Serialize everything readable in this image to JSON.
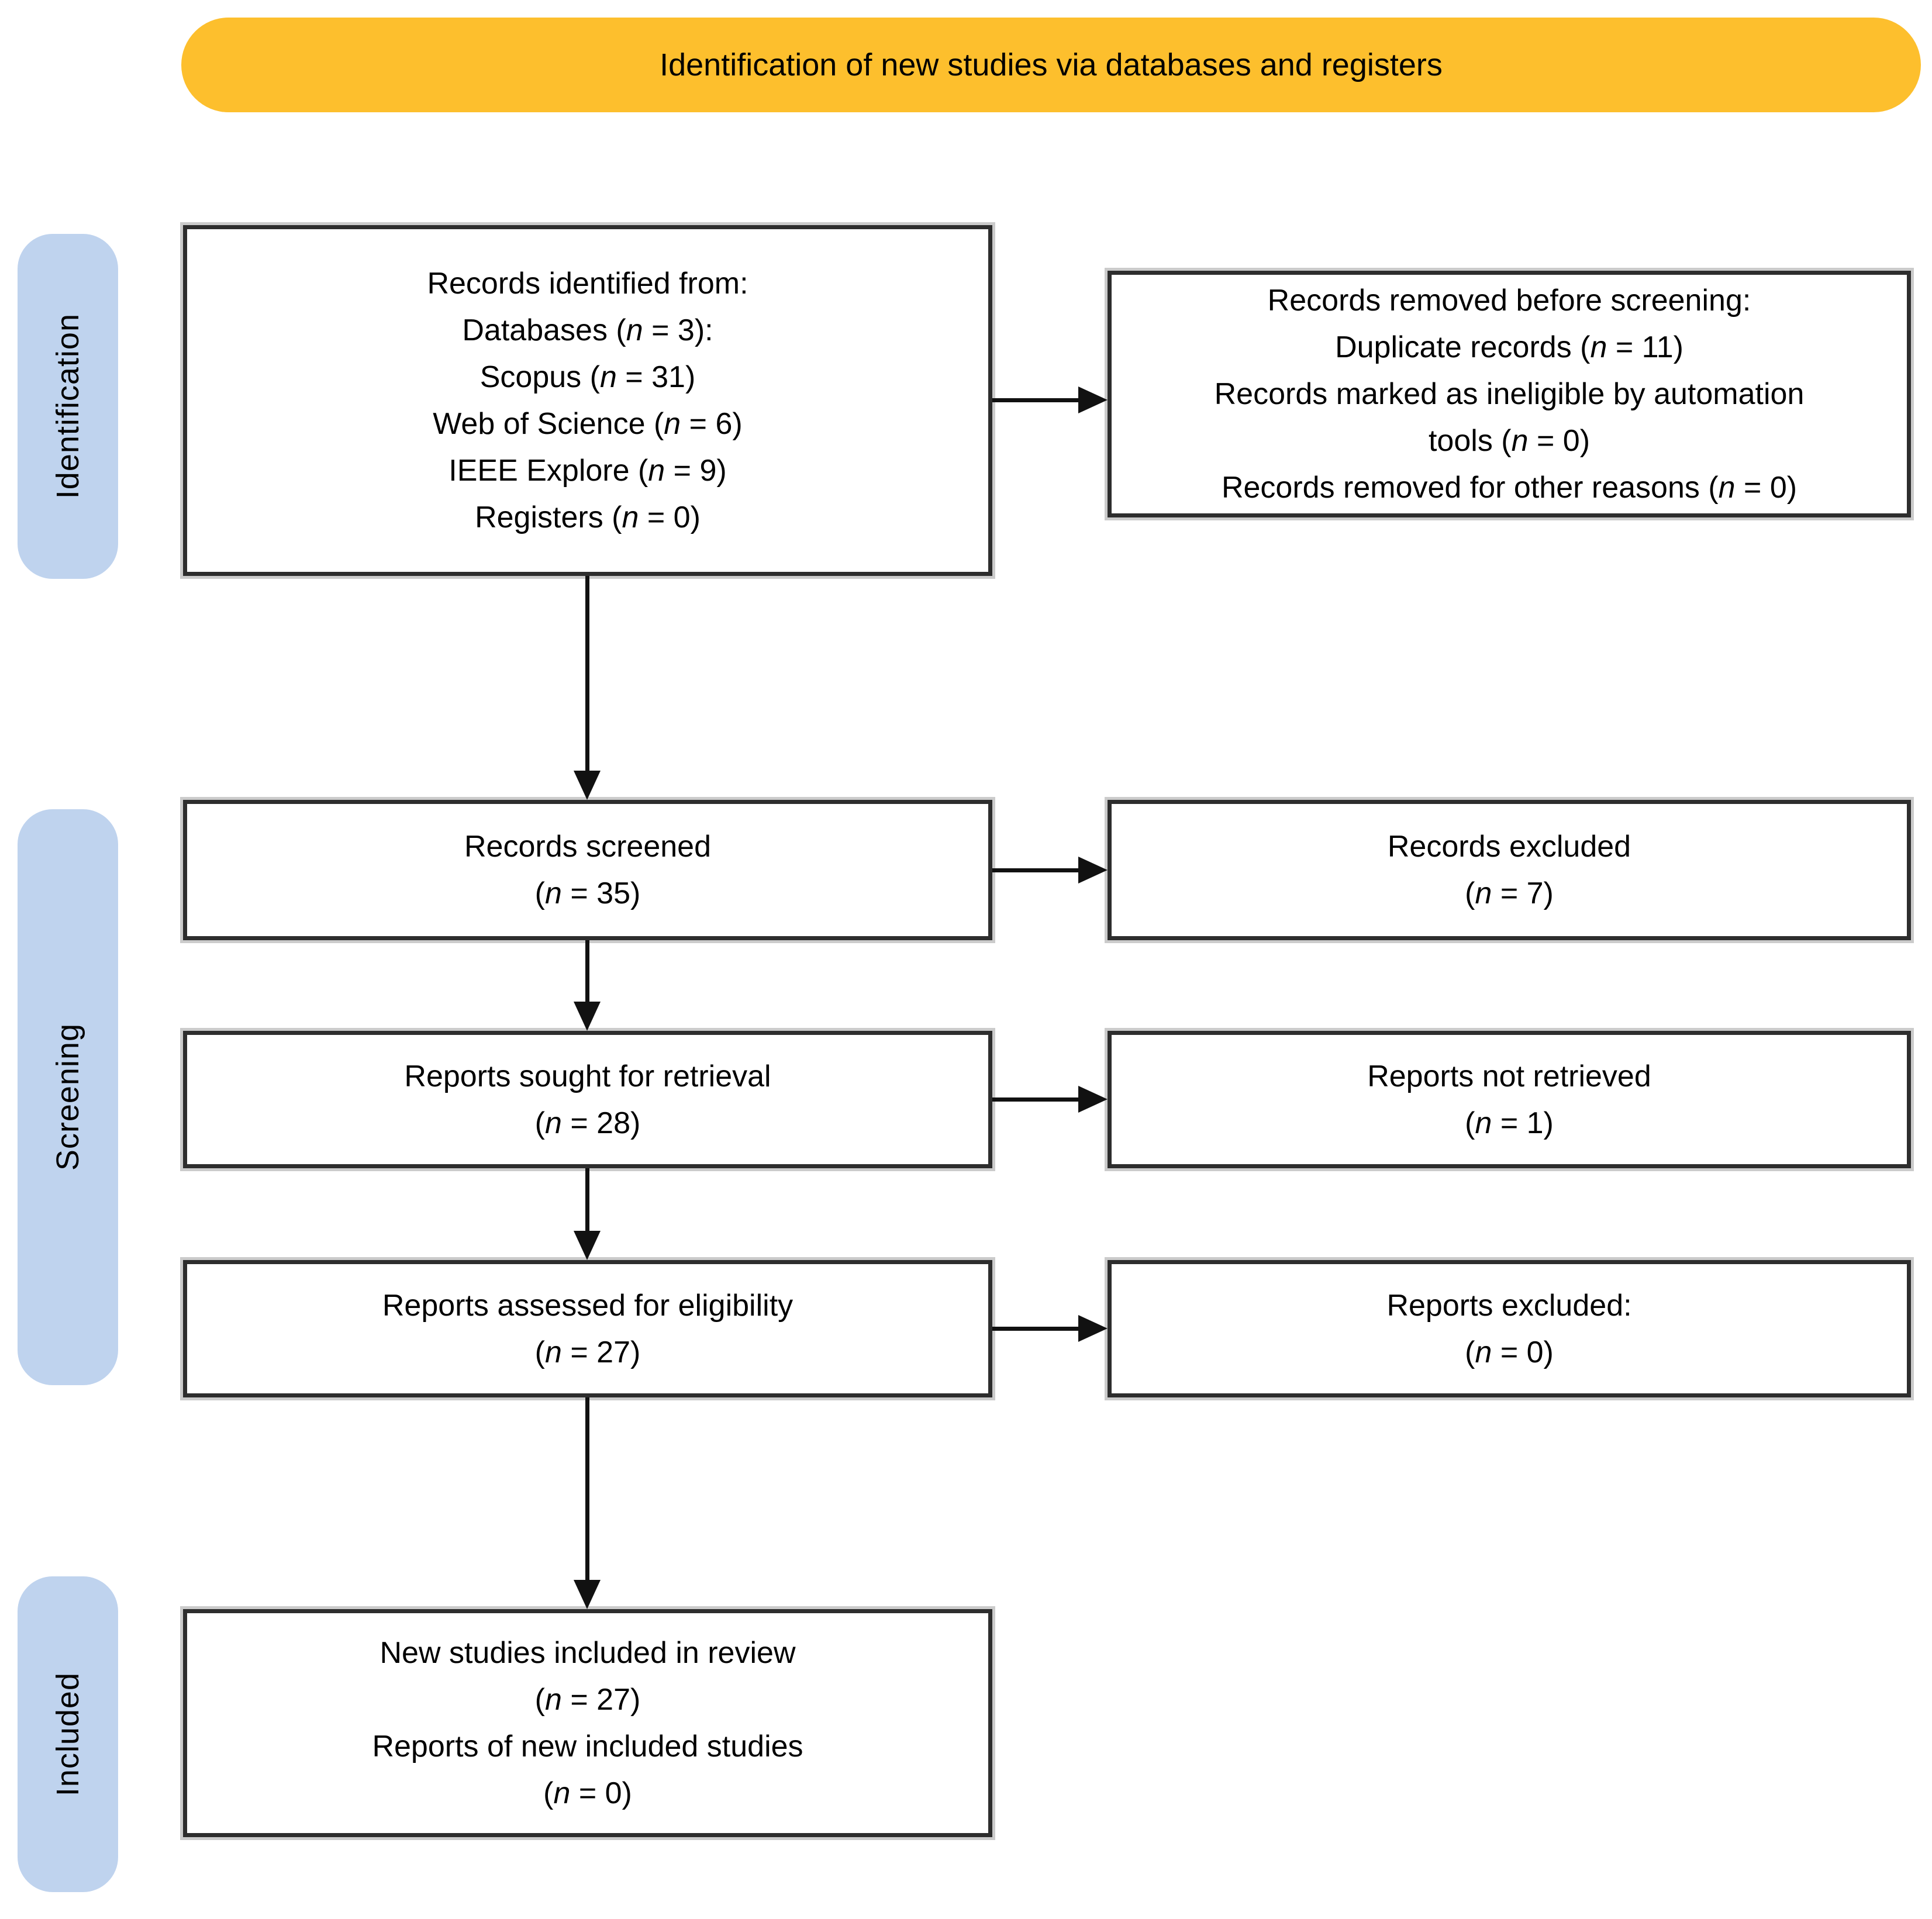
{
  "banner": {
    "title": "Identification of new studies via databases and registers"
  },
  "colors": {
    "banner_bg": "#FDBF2D",
    "stage_pill_bg": "#BFD3EE",
    "box_border": "#2D2D2D",
    "arrow": "#111111"
  },
  "stages": [
    {
      "label": "Identification"
    },
    {
      "label": "Screening"
    },
    {
      "label": "Included"
    }
  ],
  "boxes": {
    "records_identified": {
      "lines": [
        "Records identified from:",
        "Databases (n = 3):",
        "Scopus (n = 31)",
        "Web of Science (n = 6)",
        "IEEE Explore (n = 9)",
        "Registers (n = 0)"
      ]
    },
    "records_removed": {
      "lines": [
        "Records removed before screening:",
        "Duplicate records (n = 11)",
        "Records marked as ineligible by automation",
        "tools (n = 0)",
        "Records removed for other reasons (n = 0)"
      ]
    },
    "records_screened": {
      "lines": [
        "Records screened",
        "(n = 35)"
      ]
    },
    "records_excluded": {
      "lines": [
        "Records excluded",
        "(n = 7)"
      ]
    },
    "reports_sought": {
      "lines": [
        "Reports sought for retrieval",
        "(n = 28)"
      ]
    },
    "reports_not_retrieved": {
      "lines": [
        "Reports not retrieved",
        "(n = 1)"
      ]
    },
    "reports_assessed": {
      "lines": [
        "Reports assessed for eligibility",
        "(n = 27)"
      ]
    },
    "reports_excluded": {
      "lines": [
        "Reports excluded:",
        "(n = 0)"
      ]
    },
    "new_studies_included": {
      "lines": [
        "New studies included in review",
        "(n = 27)",
        "Reports of new included studies",
        "(n = 0)"
      ]
    }
  }
}
